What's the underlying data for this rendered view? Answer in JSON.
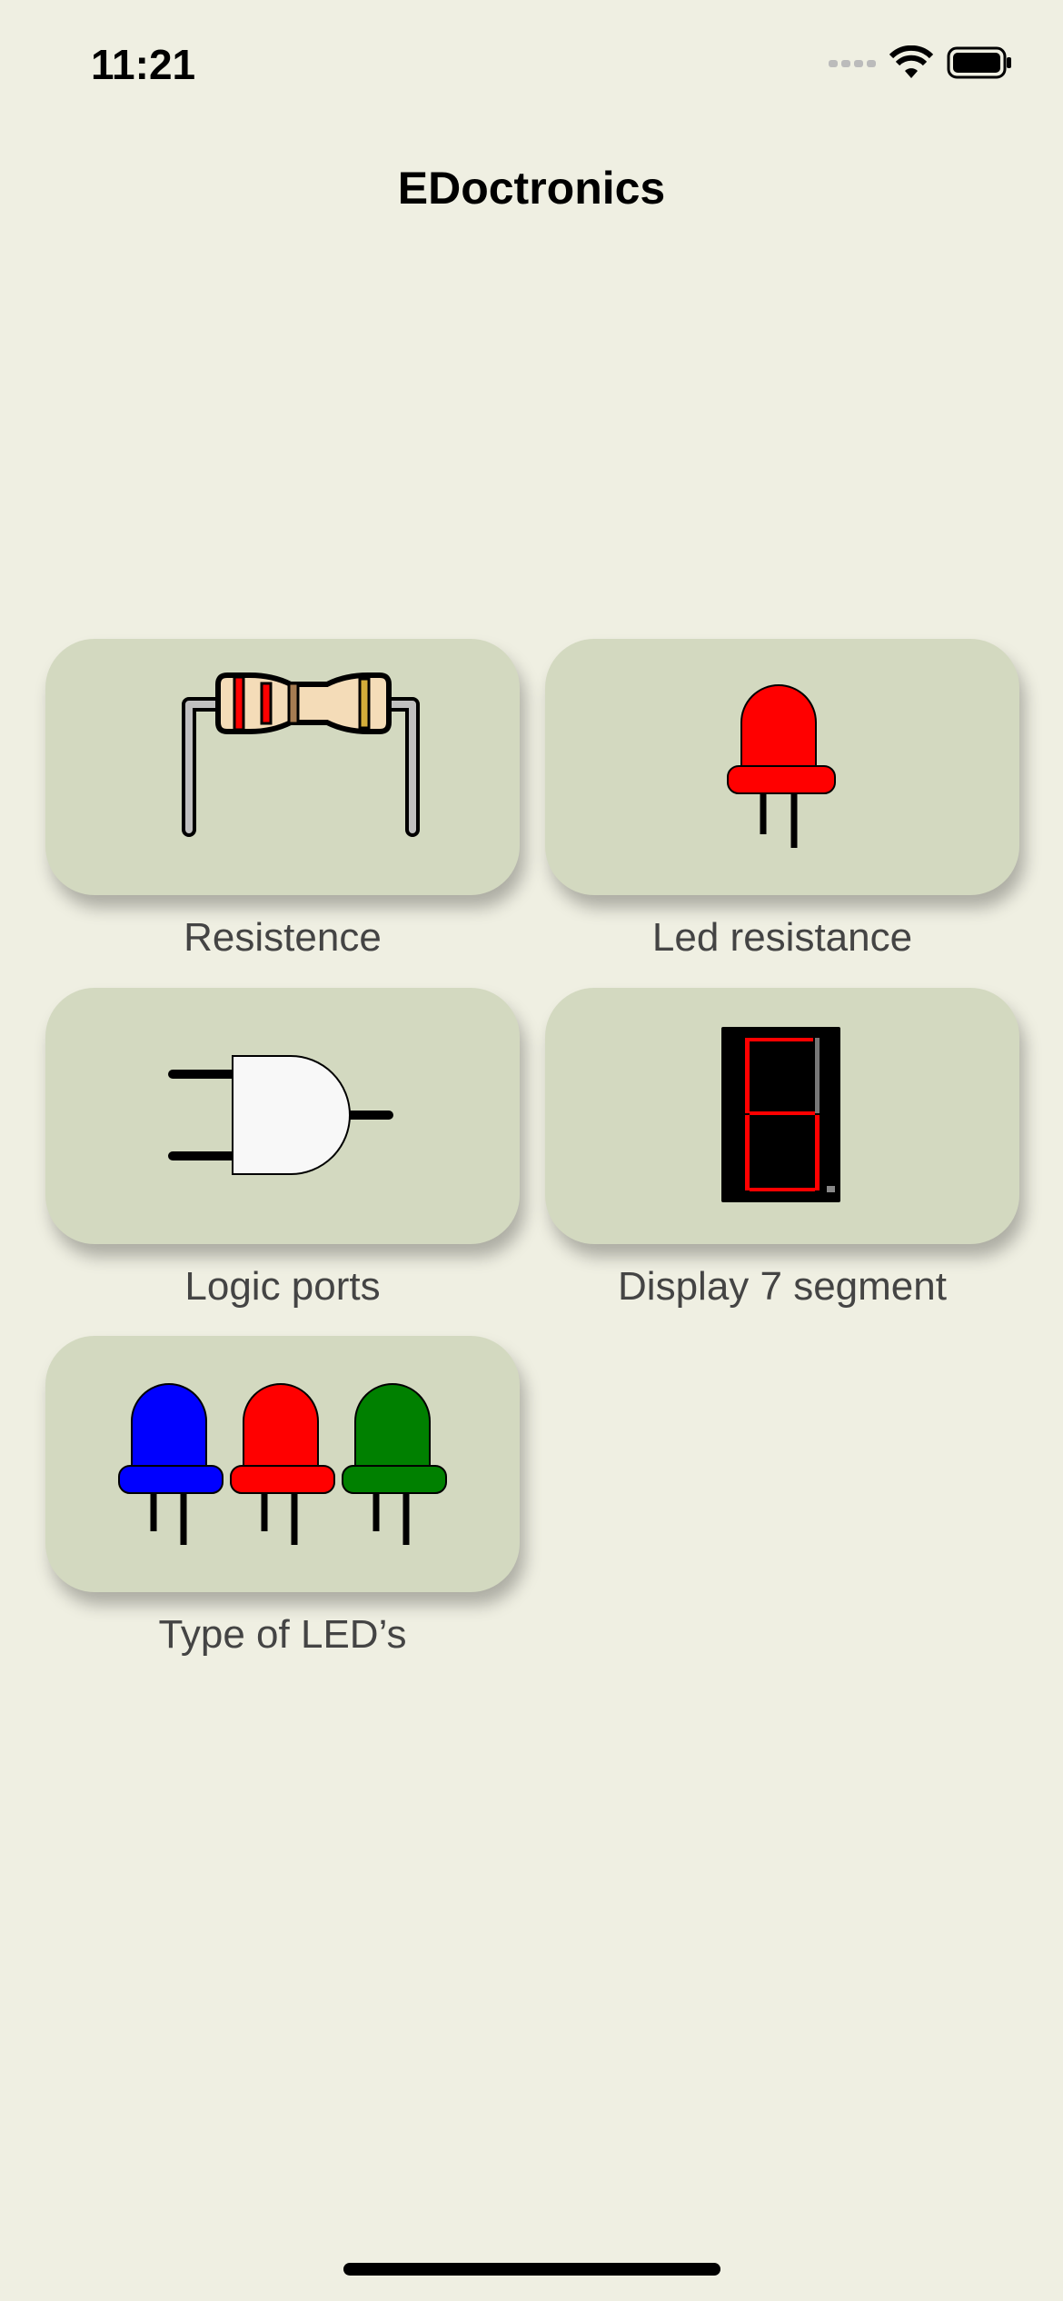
{
  "status_bar": {
    "time": "11:21",
    "icons": [
      "signal-icon",
      "wifi-icon",
      "battery-icon"
    ]
  },
  "header": {
    "title": "EDoctronics"
  },
  "menu": [
    {
      "label": "Resistence",
      "icon": "resistor-icon"
    },
    {
      "label": "Led resistance",
      "icon": "red-led-icon"
    },
    {
      "label": "Logic ports",
      "icon": "and-gate-icon"
    },
    {
      "label": "Display 7 segment",
      "icon": "seven-segment-display-icon"
    },
    {
      "label": "Type of LED’s",
      "icon": "rgb-leds-icon"
    }
  ],
  "colors": {
    "background": "#efefe2",
    "card": "#d3d9c0",
    "label": "#444444"
  }
}
